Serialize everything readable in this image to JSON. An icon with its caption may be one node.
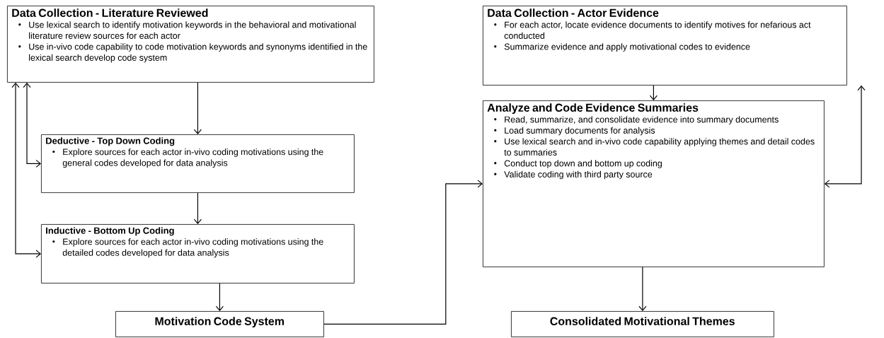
{
  "diagram": {
    "nodes": [
      {
        "text": [
          "Data Collection - Literature Reviewed",
          "Use lexical search to identify motivation keywords in the behavioral and motivational literature review sources for each actor",
          "Use in-vivo code capability to code motivation keywords and synonyms identified in the lexical search develop code system"
        ]
      },
      {
        "text": [
          "Deductive - Top Down Coding",
          "Explore sources for each actor in-vivo coding motivations using the general codes developed for data analysis"
        ]
      },
      {
        "text": [
          "Inductive - Bottom Up Coding",
          "Explore sources for each actor in-vivo coding motivations using the detailed codes developed for data analysis"
        ]
      },
      {
        "text": [
          "Motivation Code System"
        ]
      },
      {
        "text": [
          "Data Collection - Actor Evidence",
          "For each actor, locate evidence documents to identify motives for nefarious act conducted",
          "Summarize evidence and apply motivational codes to evidence"
        ]
      },
      {
        "text": [
          "Analyze and Code Evidence Summaries",
          "Read, summarize, and consolidate evidence into summary documents",
          "Load summary documents for analysis",
          "Use lexical search and in-vivo code capability applying themes and detail codes to summaries",
          "Conduct top down and bottom up coding",
          "Validate coding with third party source"
        ]
      },
      {
        "text": [
          "Consolidated Motivational Themes"
        ]
      }
    ],
    "edges": [
      {
        "from": 0,
        "to": 1,
        "arrow": "to"
      },
      {
        "from": 1,
        "to": 2,
        "arrow": "to"
      },
      {
        "from": 2,
        "to": 3,
        "arrow": "to"
      },
      {
        "from": 3,
        "to": 5,
        "arrow": "to"
      },
      {
        "from": 4,
        "to": 5,
        "arrow": "to"
      },
      {
        "from": 5,
        "to": 6,
        "arrow": "to"
      },
      {
        "from": 1,
        "to": 0,
        "arrow": "both"
      },
      {
        "from": 2,
        "to": 0,
        "arrow": "both"
      },
      {
        "from": 5,
        "to": 4,
        "arrow": "both"
      }
    ]
  }
}
